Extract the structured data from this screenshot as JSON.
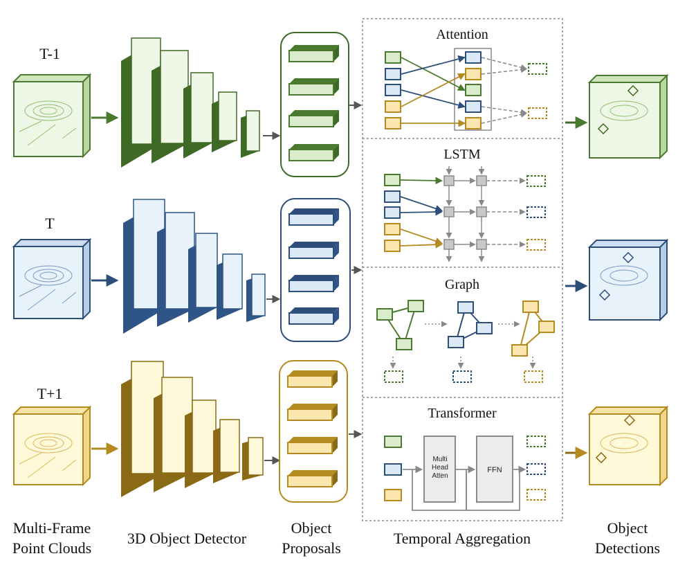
{
  "frames": [
    {
      "label": "T-1"
    },
    {
      "label": "T"
    },
    {
      "label": "T+1"
    }
  ],
  "colors": {
    "green": {
      "stroke": "#4a7a30",
      "fill": "#daeccb",
      "dark": "#3f6a26",
      "light": "#eef7e6"
    },
    "blue": {
      "stroke": "#2d4e78",
      "fill": "#dbe8f5",
      "dark": "#2e5585",
      "light": "#e8f2fb"
    },
    "gold": {
      "stroke": "#b58a1e",
      "fill": "#fbe6b0",
      "dark": "#8a6a14",
      "light": "#fff9d9"
    },
    "gray": "#8a8a8a",
    "arrow_gray": "#6e6e6e"
  },
  "icons": [
    "point-cloud-icon",
    "cnn-layer-icon",
    "proposal-box-icon",
    "arrow-icon"
  ],
  "sections": {
    "attention": "Attention",
    "lstm": "LSTM",
    "graph": "Graph",
    "transformer": "Transformer"
  },
  "transformer_blocks": {
    "mha_lines": [
      "Multi",
      "Head",
      "Atten"
    ],
    "ffn": "FFN"
  },
  "bottom_labels": {
    "point_clouds": [
      "Multi-Frame",
      "Point Clouds"
    ],
    "detector": "3D Object Detector",
    "proposals": [
      "Object",
      "Proposals"
    ],
    "aggregation": "Temporal Aggregation",
    "detections": [
      "Object",
      "Detections"
    ]
  }
}
